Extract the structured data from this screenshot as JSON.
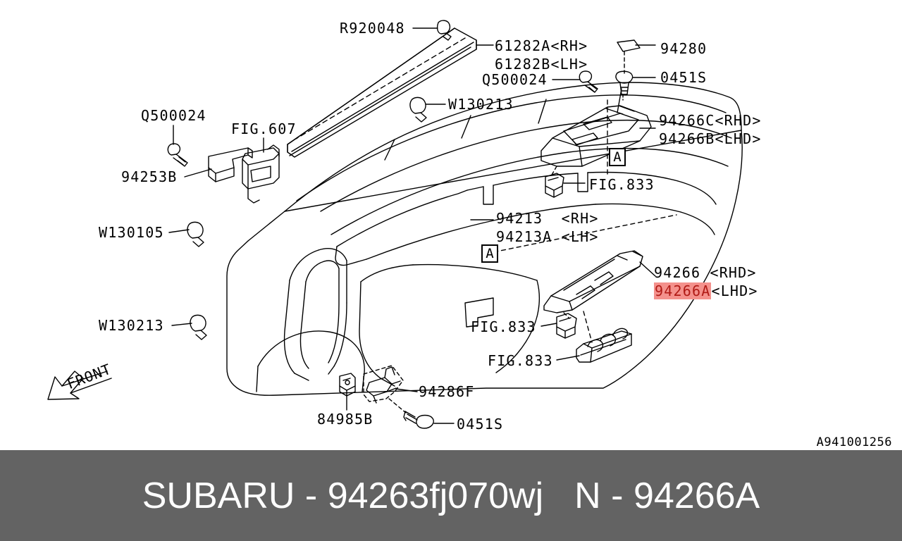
{
  "diagram": {
    "code": "A941001256",
    "front_marker": "FRONT",
    "callout_letter": "A",
    "callouts": [
      {
        "id": "r920048",
        "text": "R920048"
      },
      {
        "id": "q500024-top",
        "text": "Q500024"
      },
      {
        "id": "q500024-left",
        "text": "Q500024"
      },
      {
        "id": "w130213-top",
        "text": "W130213"
      },
      {
        "id": "w130105",
        "text": "W130105"
      },
      {
        "id": "w130213-left",
        "text": "W130213"
      },
      {
        "id": "fig607",
        "text": "FIG.607"
      },
      {
        "id": "94253b",
        "text": "94253B"
      },
      {
        "id": "84985b",
        "text": "84985B"
      },
      {
        "id": "94286f",
        "text": "94286F"
      },
      {
        "id": "0451s-bottom",
        "text": "0451S"
      },
      {
        "id": "94280",
        "text": "94280"
      },
      {
        "id": "0451s-top",
        "text": "0451S"
      },
      {
        "id": "fig833-top",
        "text": "FIG.833"
      },
      {
        "id": "fig833-mid",
        "text": "FIG.833"
      },
      {
        "id": "fig833-low",
        "text": "FIG.833"
      }
    ],
    "multiline_labels": {
      "weatherstrip": {
        "line1": "61282A<RH>",
        "line2": "61282B<LH>"
      },
      "switch_panel_front": {
        "line1": "94266C<RHD>",
        "line2": "94266B<LHD>"
      },
      "door_trim": {
        "line1": "94213  <RH>",
        "line2": "94213A <LH>"
      },
      "switch_panel_rear": {
        "line1_num": "94266 ",
        "line1_side": "<RHD>",
        "line2_num": "94266A",
        "line2_side": "<LHD>"
      }
    }
  },
  "footer": {
    "brand": "SUBARU",
    "dash": " - ",
    "part_number": "94263fj070wj",
    "section": "N",
    "section_dash": " - ",
    "section_part": "94266A"
  },
  "colors": {
    "footer_bg": "#636363",
    "footer_text": "#ffffff",
    "highlight_bg": "#f4918c",
    "highlight_text": "#b11b16",
    "line": "#000000"
  }
}
